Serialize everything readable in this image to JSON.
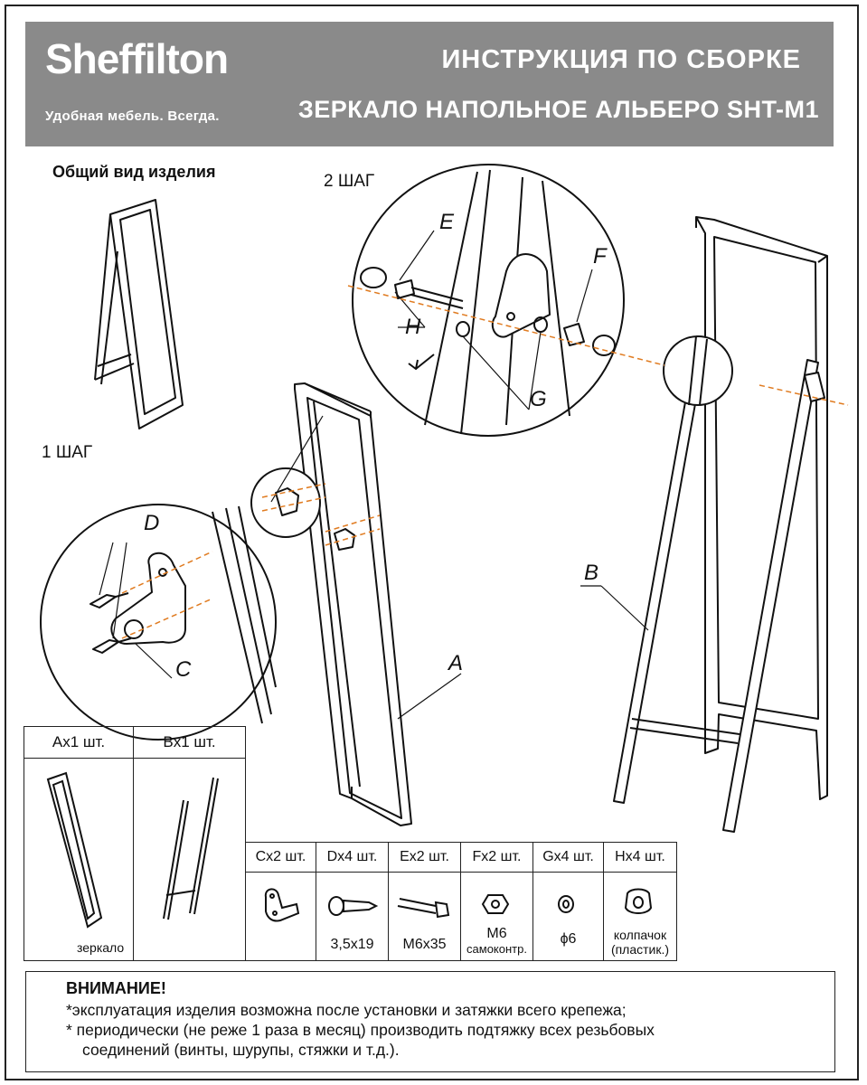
{
  "header": {
    "brand": "Sheffilton",
    "slogan": "Удобная мебель. Всегда.",
    "title_line1": "ИНСТРУКЦИЯ ПО СБОРКЕ",
    "title_line2": "ЗЕРКАЛО НАПОЛЬНОЕ АЛЬБЕРО SHT-M1"
  },
  "labels": {
    "general_view": "Общий вид изделия",
    "step1": "1 ШАГ",
    "step2": "2 ШАГ"
  },
  "part_letters": {
    "A": "A",
    "B": "B",
    "C": "C",
    "D": "D",
    "E": "E",
    "F": "F",
    "G": "G",
    "H": "H"
  },
  "parts_main": [
    {
      "header": "Ax1 шт.",
      "caption": "зеркало"
    },
    {
      "header": "Bx1 шт.",
      "caption": ""
    }
  ],
  "hardware": [
    {
      "header": "Cx2 шт.",
      "size": "",
      "size2": "",
      "icon": "bracket-icon"
    },
    {
      "header": "Dx4 шт.",
      "size": "3,5x19",
      "size2": "",
      "icon": "screw-icon"
    },
    {
      "header": "Ex2 шт.",
      "size": "M6x35",
      "size2": "",
      "icon": "bolt-icon"
    },
    {
      "header": "Fx2 шт.",
      "size": "M6",
      "size2": "самоконтр.",
      "icon": "locknut-icon"
    },
    {
      "header": "Gx4 шт.",
      "size": "ϕ6",
      "size2": "",
      "icon": "washer-icon"
    },
    {
      "header": "Hx4 шт.",
      "size": "колпачок",
      "size2": "(пластик.)",
      "icon": "cap-icon"
    }
  ],
  "notice": {
    "title": "ВНИМАНИЕ!",
    "line1": "*эксплуатация изделия возможна после установки и затяжки всего крепежа;",
    "line2": "* периодически (не реже 1 раза в месяц) производить подтяжку всех резьбовых",
    "line3": "соединений (винты, шурупы, стяжки и т.д.)."
  },
  "colors": {
    "header_bg": "#8a8a8a",
    "assembly_line": "#e07b20"
  }
}
